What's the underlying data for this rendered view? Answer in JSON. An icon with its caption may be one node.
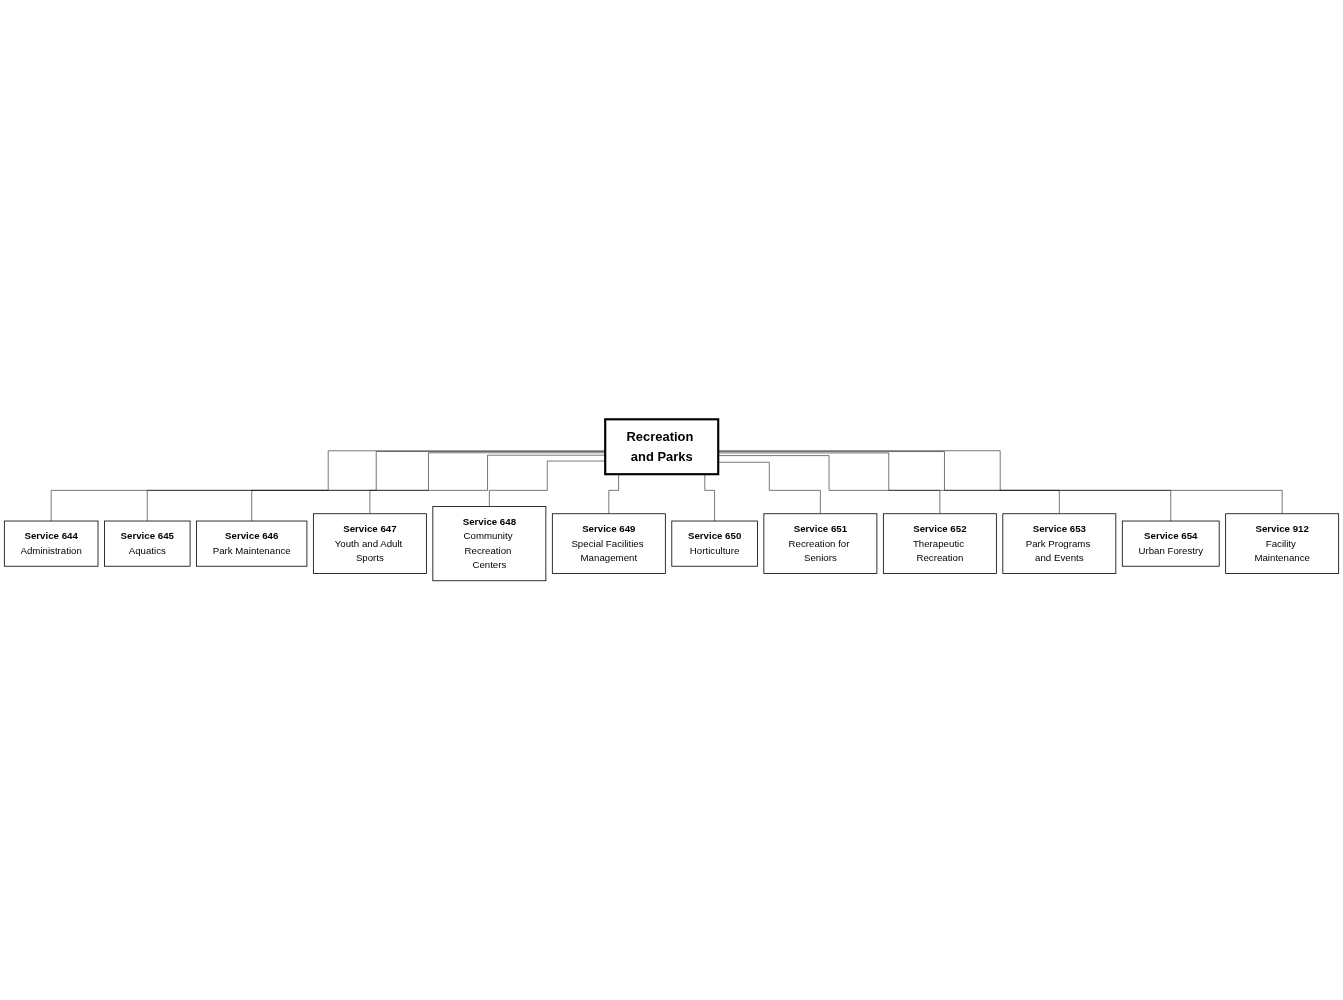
{
  "diagram": {
    "nodes": [
      {
        "text": [
          "Recreation and Parks"
        ]
      },
      {
        "text": [
          "Service 644",
          "Administration"
        ]
      },
      {
        "text": [
          "Service 645",
          "Aquatics"
        ]
      },
      {
        "text": [
          "Service 646",
          "Park Maintenance"
        ]
      },
      {
        "text": [
          "Service 647",
          "Youth and Adult Sports"
        ]
      },
      {
        "text": [
          "Service 648",
          "Community Recreation Centers"
        ]
      },
      {
        "text": [
          "Service 649",
          "Special Facilities Management"
        ]
      },
      {
        "text": [
          "Service 650",
          "Horticulture"
        ]
      },
      {
        "text": [
          "Service 651",
          "Recreation for Seniors"
        ]
      },
      {
        "text": [
          "Service 652",
          "Therapeutic Recreation"
        ]
      },
      {
        "text": [
          "Service 653",
          "Park Programs and Events"
        ]
      },
      {
        "text": [
          "Service 654",
          "Urban Forestry"
        ]
      },
      {
        "text": [
          "Service 912",
          "Facility Maintenance"
        ]
      }
    ],
    "edges": [
      {
        "from": 0,
        "to": 1,
        "arrow": "none"
      },
      {
        "from": 0,
        "to": 2,
        "arrow": "none"
      },
      {
        "from": 0,
        "to": 3,
        "arrow": "none"
      },
      {
        "from": 0,
        "to": 4,
        "arrow": "none"
      },
      {
        "from": 0,
        "to": 5,
        "arrow": "none"
      },
      {
        "from": 0,
        "to": 6,
        "arrow": "none"
      },
      {
        "from": 0,
        "to": 7,
        "arrow": "none"
      },
      {
        "from": 0,
        "to": 8,
        "arrow": "none"
      },
      {
        "from": 0,
        "to": 9,
        "arrow": "none"
      },
      {
        "from": 0,
        "to": 10,
        "arrow": "none"
      },
      {
        "from": 0,
        "to": 11,
        "arrow": "none"
      },
      {
        "from": 0,
        "to": 12,
        "arrow": "none"
      }
    ]
  }
}
